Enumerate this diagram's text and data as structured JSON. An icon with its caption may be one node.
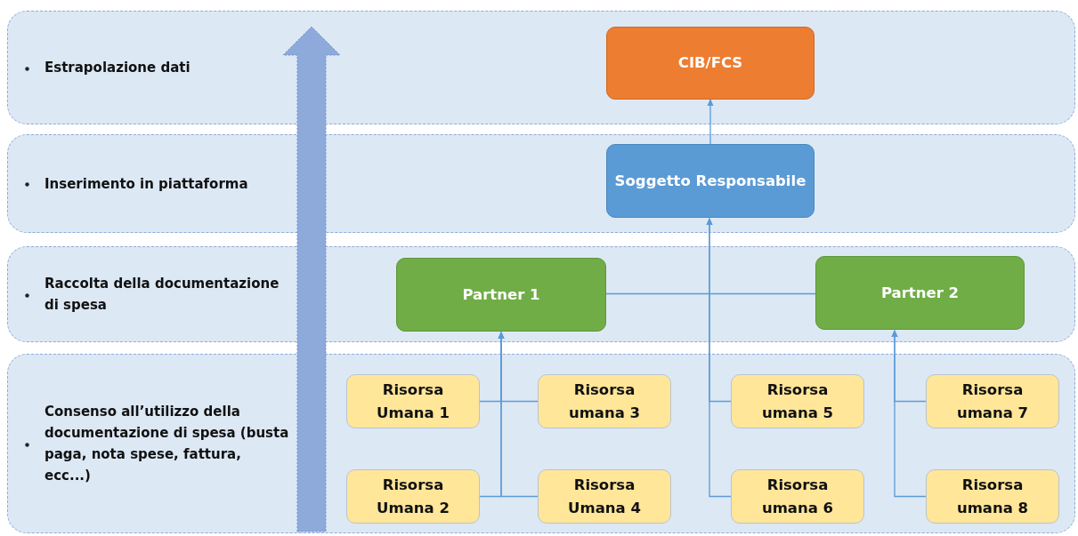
{
  "diagram": {
    "nodes": [
      {
        "text": [
          "Estrapolazione dati"
        ]
      },
      {
        "text": [
          "Inserimento in piattaforma"
        ]
      },
      {
        "text": [
          "Raccolta della documentazione di spesa"
        ]
      },
      {
        "text": [
          "Consenso all’utilizzo della documentazione di spesa (busta paga, nota spese, fattura, ecc...)"
        ]
      },
      {
        "text": [
          "CIB/FCS"
        ],
        "in": 0
      },
      {
        "text": [
          "Soggetto Responsabile"
        ],
        "in": 1
      },
      {
        "text": [
          "Partner 1"
        ],
        "in": 2
      },
      {
        "text": [
          "Partner 2"
        ],
        "in": 2
      },
      {
        "text": [
          "Risorsa Umana 1"
        ],
        "in": 3
      },
      {
        "text": [
          "Risorsa umana 3"
        ],
        "in": 3
      },
      {
        "text": [
          "Risorsa umana 5"
        ],
        "in": 3
      },
      {
        "text": [
          "Risorsa umana 7"
        ],
        "in": 3
      },
      {
        "text": [
          "Risorsa Umana 2"
        ],
        "in": 3
      },
      {
        "text": [
          "Risorsa Umana 4"
        ],
        "in": 3
      },
      {
        "text": [
          "Risorsa umana 6"
        ],
        "in": 3
      },
      {
        "text": [
          "Risorsa umana 8"
        ],
        "in": 3
      }
    ],
    "edges": [
      {
        "from": 5,
        "to": 4,
        "arrow": "to"
      },
      {
        "from": 6,
        "to": 7,
        "arrow": "none"
      },
      {
        "from": 8,
        "to": 6,
        "arrow": "to"
      },
      {
        "from": 9,
        "to": 6,
        "arrow": "to"
      },
      {
        "from": 12,
        "to": 6,
        "arrow": "to"
      },
      {
        "from": 13,
        "to": 6,
        "arrow": "to"
      },
      {
        "from": 10,
        "to": 5,
        "arrow": "to"
      },
      {
        "from": 14,
        "to": 5,
        "arrow": "to"
      },
      {
        "from": 11,
        "to": 7,
        "arrow": "to"
      },
      {
        "from": 15,
        "to": 7,
        "arrow": "to"
      }
    ]
  }
}
